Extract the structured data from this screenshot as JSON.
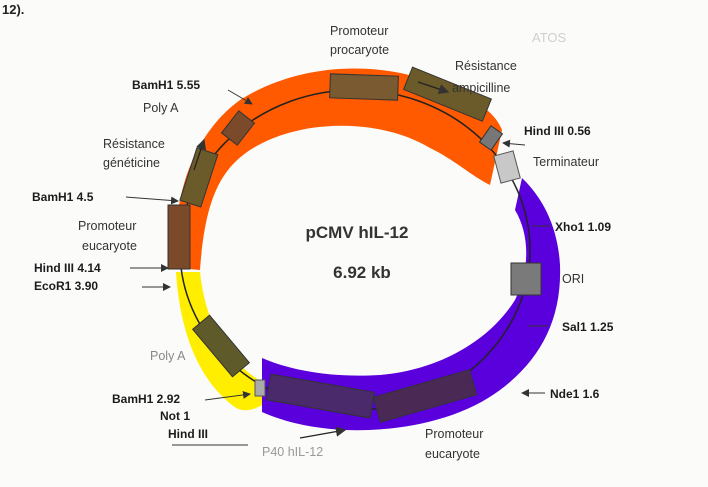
{
  "corner_text": "12).",
  "faint_text": "ATOS",
  "center": {
    "plasmid_name": "pCMV hIL-12",
    "size": "6.92 kb"
  },
  "features": {
    "promoteur_procaryote": [
      "Promoteur",
      "procaryote"
    ],
    "resistance_ampicilline": [
      "Résistance",
      "ampicilline"
    ],
    "terminateur": "Terminateur",
    "ori": "ORI",
    "promoteur_eucaryote_bas": [
      "Promoteur",
      "eucaryote"
    ],
    "p40": "P40 hIL-12",
    "poly_a_bas": "Poly A",
    "promoteur_eucaryote_gauche": [
      "Promoteur",
      "eucaryote"
    ],
    "resistance_geneticine": [
      "Résistance",
      "généticine"
    ],
    "poly_a_haut": "Poly A"
  },
  "sites": {
    "bamh1_555": "BamH1 5.55",
    "hind3_056": "Hind III 0.56",
    "xho1": "Xho1 1.09",
    "sal1": "Sal1 1.25",
    "nde1": "Nde1 1.6",
    "bamh1_45": "BamH1 4.5",
    "hind3_414": "Hind III 4.14",
    "ecor1": "EcoR1 3.90",
    "bamh1_292": "BamH1 2.92",
    "not1": "Not 1",
    "hind3": "Hind III"
  },
  "colors": {
    "orange": "#ff5a00",
    "yellow": "#ffee00",
    "purple": "#5a00dc",
    "gene_box": "#6b5a2a"
  }
}
